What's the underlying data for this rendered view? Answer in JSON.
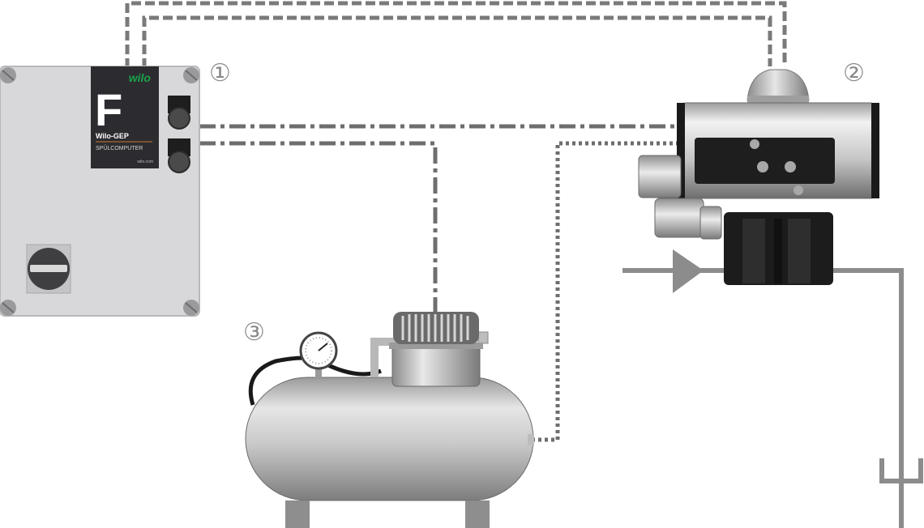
{
  "controller": {
    "logo": "wilo",
    "letter": "F",
    "product_name": "Wilo-GEP",
    "product_sub": "SPÜLCOMPUTER",
    "website": "wilo.com"
  },
  "labels": {
    "one": "①",
    "two": "②",
    "three": "③"
  },
  "colors": {
    "panel": "#d7d7d9",
    "label_dark": "#2c2c30",
    "wilo_green": "#19a24a",
    "line_gray": "#8c8c8c",
    "dark_line": "#555555"
  }
}
